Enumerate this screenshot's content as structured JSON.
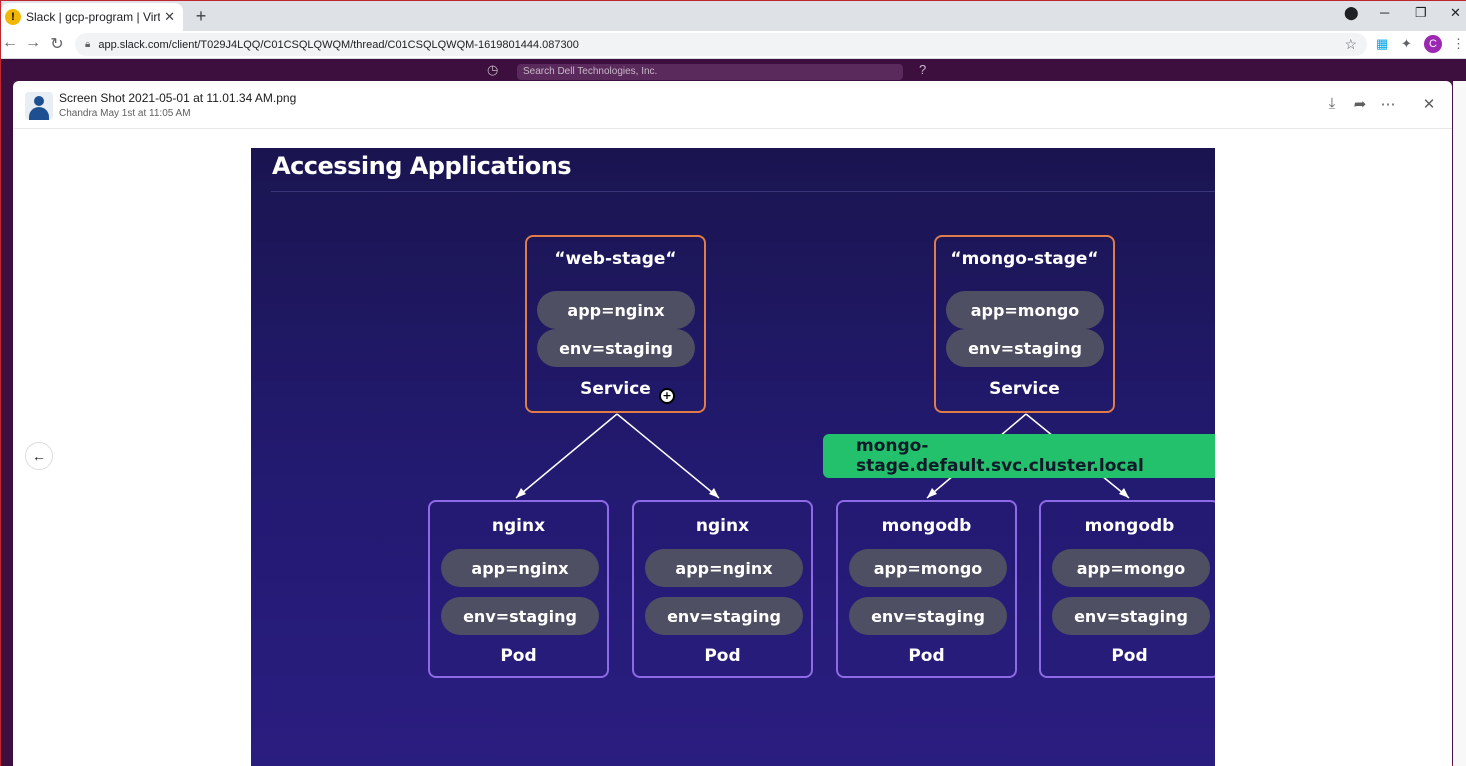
{
  "browser": {
    "tab_title": "Slack | gcp-program | Virtustream",
    "tab_favicon": "!",
    "url": "app.slack.com/client/T029J4LQQ/C01CSQLQWQM/thread/C01CSQLQWQM-1619801444.087300",
    "profile_initial": "C"
  },
  "slack": {
    "search_placeholder": "Search Dell Technologies, Inc."
  },
  "modal": {
    "file_title": "Screen Shot 2021-05-01 at 11.01.34 AM.png",
    "uploader": "Chandra",
    "timestamp": "May 1st at 11:05 AM"
  },
  "slide": {
    "title": "Accessing Applications",
    "services": [
      {
        "name": "“web-stage“",
        "labels": [
          "app=nginx",
          "env=staging"
        ],
        "kind": "Service"
      },
      {
        "name": "“mongo-stage“",
        "labels": [
          "app=mongo",
          "env=staging"
        ],
        "kind": "Service"
      }
    ],
    "dns": "mongo-stage.default.svc.cluster.local",
    "pods": [
      {
        "name": "nginx",
        "labels": [
          "app=nginx",
          "env=staging"
        ],
        "kind": "Pod"
      },
      {
        "name": "nginx",
        "labels": [
          "app=nginx",
          "env=staging"
        ],
        "kind": "Pod"
      },
      {
        "name": "mongodb",
        "labels": [
          "app=mongo",
          "env=staging"
        ],
        "kind": "Pod"
      },
      {
        "name": "mongodb",
        "labels": [
          "app=mongo",
          "env=staging"
        ],
        "kind": "Pod"
      }
    ]
  },
  "colors": {
    "service_border": "#e07b4a",
    "pod_border": "#8e6ae6",
    "dns_bg": "#23c16b",
    "slack_aubergine": "#4a154b"
  }
}
